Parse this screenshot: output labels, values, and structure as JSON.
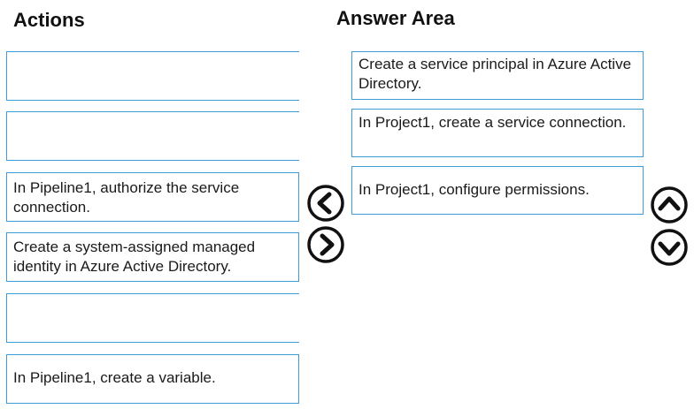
{
  "headings": {
    "actions": "Actions",
    "answer_area": "Answer Area"
  },
  "actions": {
    "items": [
      {
        "label": ""
      },
      {
        "label": ""
      },
      {
        "label": "In Pipeline1, authorize the service connection."
      },
      {
        "label": "Create a system-assigned managed identity in Azure Active Directory."
      },
      {
        "label": ""
      },
      {
        "label": "In Pipeline1, create a variable."
      }
    ]
  },
  "answer_area": {
    "items": [
      {
        "label": "Create a service principal in Azure Active Directory."
      },
      {
        "label": "In Project1, create a service connection."
      },
      {
        "label": "In Project1, configure permissions."
      }
    ]
  },
  "icons": {
    "move_left": "chevron-left-circle-icon",
    "move_right": "chevron-right-circle-icon",
    "move_up": "chevron-up-circle-icon",
    "move_down": "chevron-down-circle-icon"
  },
  "colors": {
    "box_border": "#3d9bd7",
    "icon": "#111111"
  }
}
